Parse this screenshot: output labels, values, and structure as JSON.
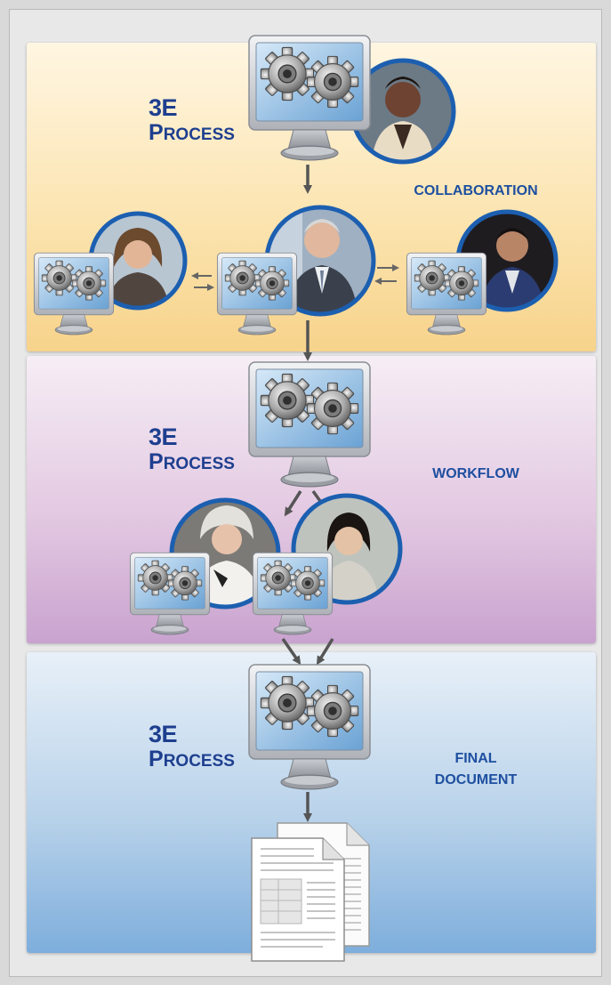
{
  "stages": [
    {
      "title_big": "3E",
      "title_first": "P",
      "title_rest": "ROCESS",
      "label": "COLLABORATION",
      "label_line2": ""
    },
    {
      "title_big": "3E",
      "title_first": "P",
      "title_rest": "ROCESS",
      "label": "WORKFLOW",
      "label_line2": ""
    },
    {
      "title_big": "3E",
      "title_first": "P",
      "title_rest": "ROCESS",
      "label": "FINAL",
      "label_line2": "DOCUMENT"
    }
  ],
  "colors": {
    "title": "#1e3f8f",
    "label": "#1e4fa0",
    "avatar_ring": "#1c5fb0",
    "arrow": "#555555"
  },
  "icons": [
    "computer-gears-icon",
    "person-photo",
    "arrow-icon",
    "document-icon"
  ]
}
